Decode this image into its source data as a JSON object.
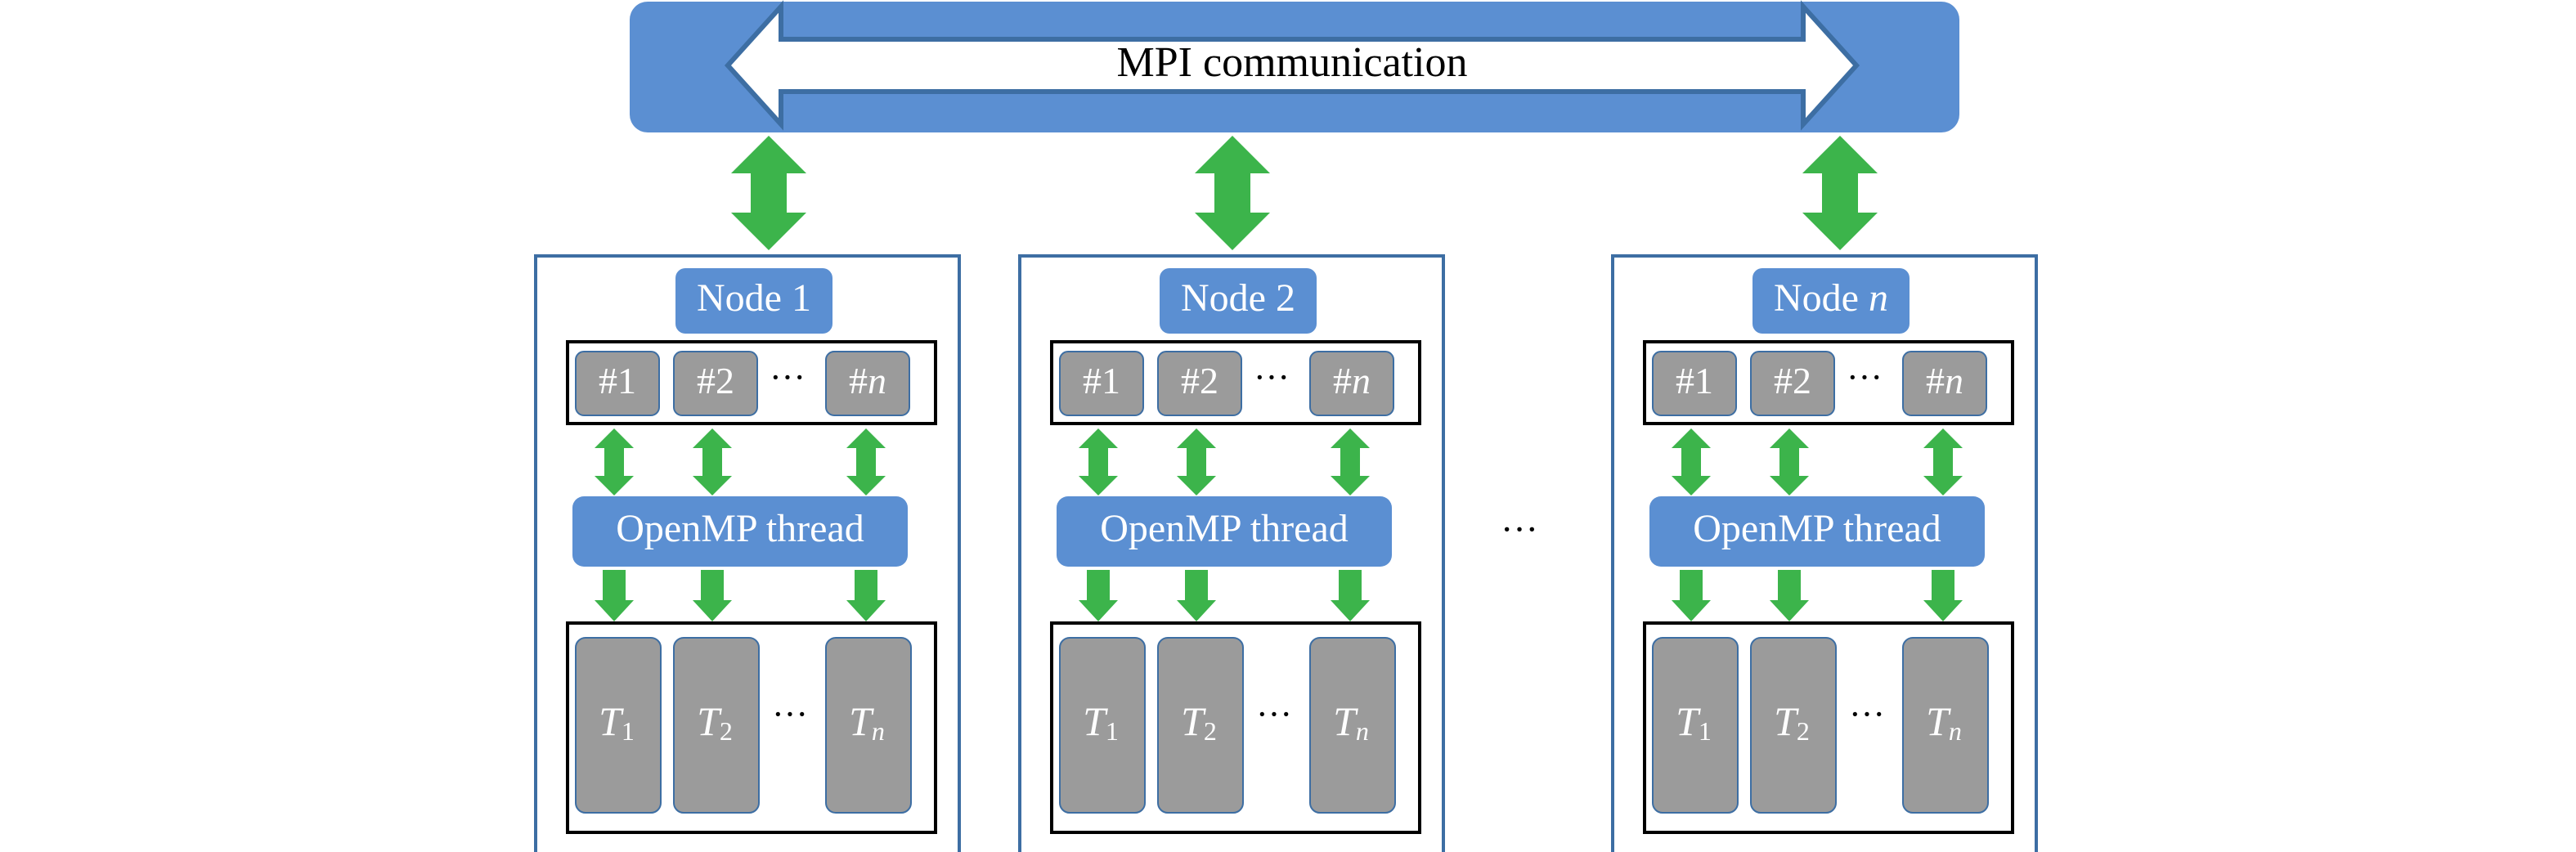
{
  "bus": {
    "label": "MPI communication",
    "fill": "#5b8fd2",
    "arrow_fill": "#ffffff",
    "arrow_stroke": "#3d6ea3"
  },
  "colors": {
    "node_border": "#3d6ea3",
    "blue_box": "#5b8fd2",
    "gray_box": "#9b9b9b",
    "green_arrow": "#3cb44b",
    "white_text": "#ffffff",
    "black_text": "#000000"
  },
  "gap_ellipsis": "···",
  "nodes": [
    {
      "name_prefix": "Node ",
      "name_index": "1",
      "name_index_italic": false,
      "threads": [
        {
          "prefix": "#",
          "index": "1",
          "italic": false
        },
        {
          "prefix": "#",
          "index": "2",
          "italic": false
        },
        {
          "prefix": "#",
          "index": "n",
          "italic": true
        }
      ],
      "threads_ellipsis": "···",
      "openmp_label": "OpenMP thread",
      "tasks": [
        {
          "letter": "T",
          "sub": "1",
          "sub_italic": false
        },
        {
          "letter": "T",
          "sub": "2",
          "sub_italic": false
        },
        {
          "letter": "T",
          "sub": "n",
          "sub_italic": true
        }
      ],
      "tasks_ellipsis": "···"
    },
    {
      "name_prefix": "Node ",
      "name_index": "2",
      "name_index_italic": false,
      "threads": [
        {
          "prefix": "#",
          "index": "1",
          "italic": false
        },
        {
          "prefix": "#",
          "index": "2",
          "italic": false
        },
        {
          "prefix": "#",
          "index": "n",
          "italic": true
        }
      ],
      "threads_ellipsis": "···",
      "openmp_label": "OpenMP thread",
      "tasks": [
        {
          "letter": "T",
          "sub": "1",
          "sub_italic": false
        },
        {
          "letter": "T",
          "sub": "2",
          "sub_italic": false
        },
        {
          "letter": "T",
          "sub": "n",
          "sub_italic": true
        }
      ],
      "tasks_ellipsis": "···"
    },
    {
      "name_prefix": "Node ",
      "name_index": "n",
      "name_index_italic": true,
      "threads": [
        {
          "prefix": "#",
          "index": "1",
          "italic": false
        },
        {
          "prefix": "#",
          "index": "2",
          "italic": false
        },
        {
          "prefix": "#",
          "index": "n",
          "italic": true
        }
      ],
      "threads_ellipsis": "···",
      "openmp_label": "OpenMP thread",
      "tasks": [
        {
          "letter": "T",
          "sub": "1",
          "sub_italic": false
        },
        {
          "letter": "T",
          "sub": "2",
          "sub_italic": false
        },
        {
          "letter": "T",
          "sub": "n",
          "sub_italic": true
        }
      ],
      "tasks_ellipsis": "···"
    }
  ]
}
